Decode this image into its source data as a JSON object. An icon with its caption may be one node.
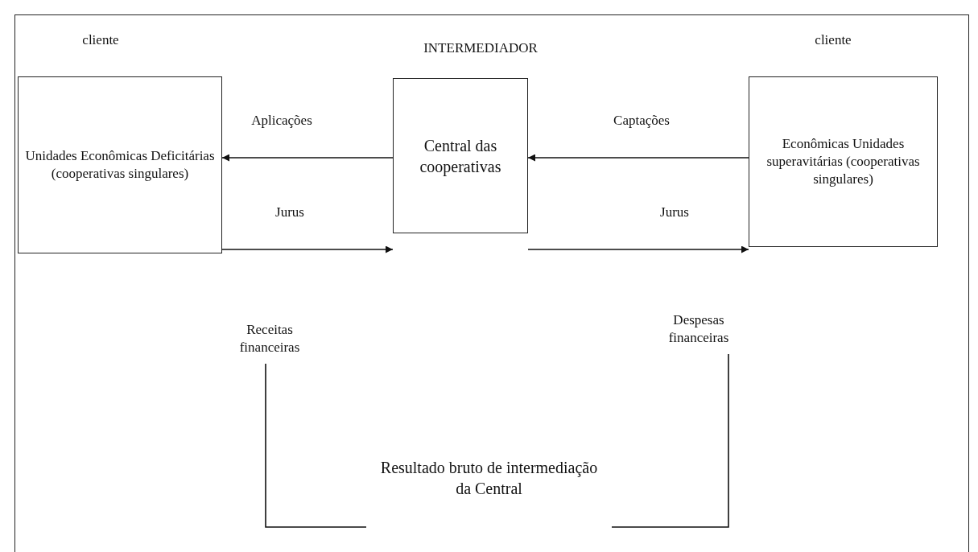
{
  "diagram": {
    "nodes": [
      {
        "text": [
          "Unidades Econômicas Deficitárias (cooperativas singulares)"
        ]
      },
      {
        "text": [
          "Central das cooperativas"
        ]
      },
      {
        "text": [
          "Econômicas Unidades superavitárias (cooperativas singulares)"
        ]
      },
      {
        "text": [
          "Receitas financeiras"
        ]
      },
      {
        "text": [
          "Despesas financeiras"
        ]
      },
      {
        "text": [
          "Resultado bruto de intermediação da Central"
        ]
      }
    ],
    "edges": [
      {
        "from": 1,
        "to": 0,
        "arrow": "to",
        "label": "Aplicações"
      },
      {
        "from": 0,
        "to": 1,
        "arrow": "to",
        "label": "Jurus"
      },
      {
        "from": 2,
        "to": 1,
        "arrow": "to",
        "label": "Captações"
      },
      {
        "from": 1,
        "to": 2,
        "arrow": "to",
        "label": "Jurus"
      },
      {
        "from": 3,
        "to": 5,
        "arrow": "none"
      },
      {
        "from": 4,
        "to": 5,
        "arrow": "none"
      }
    ],
    "labels": [
      "cliente",
      "INTERMEDIADOR",
      "cliente"
    ]
  }
}
